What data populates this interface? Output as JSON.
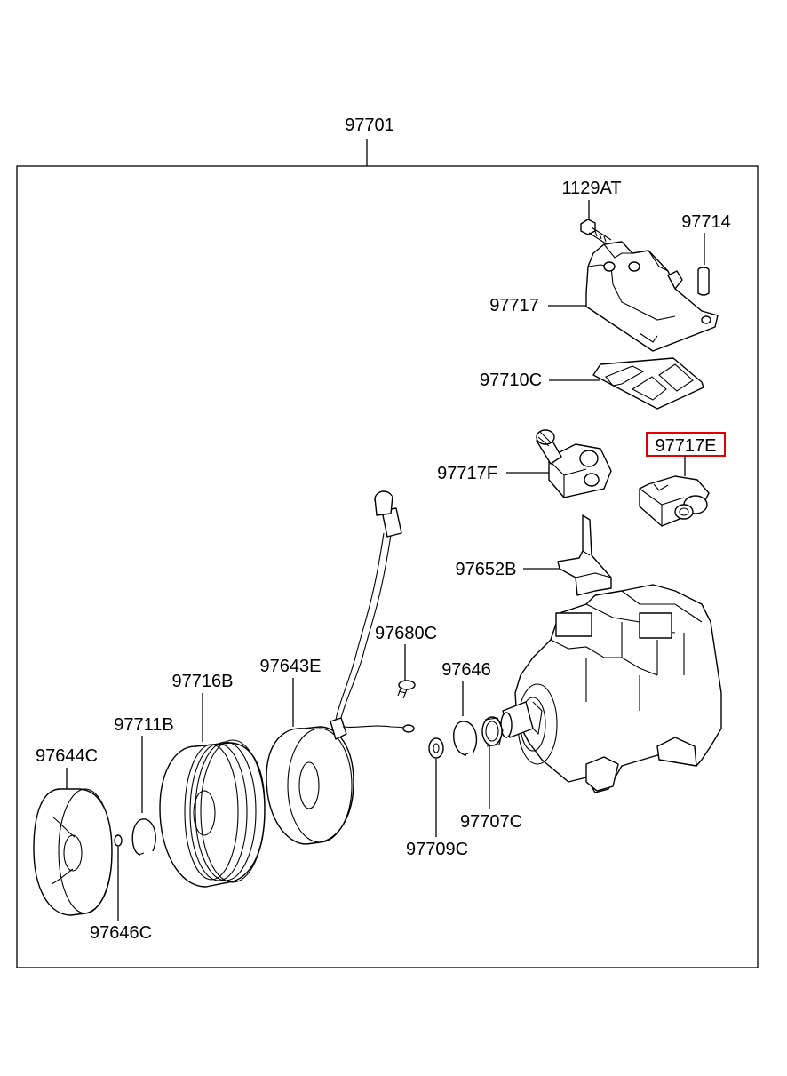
{
  "diagram": {
    "assembly_label": "97701",
    "highlight_color": "#e00000",
    "highlighted_part": "97717E",
    "parts": [
      {
        "id": "1129AT"
      },
      {
        "id": "97714"
      },
      {
        "id": "97717"
      },
      {
        "id": "97710C"
      },
      {
        "id": "97717E"
      },
      {
        "id": "97717F"
      },
      {
        "id": "97652B"
      },
      {
        "id": "97680C"
      },
      {
        "id": "97646"
      },
      {
        "id": "97643E"
      },
      {
        "id": "97716B"
      },
      {
        "id": "97711B"
      },
      {
        "id": "97644C"
      },
      {
        "id": "97707C"
      },
      {
        "id": "97709C"
      },
      {
        "id": "97646C"
      }
    ]
  }
}
